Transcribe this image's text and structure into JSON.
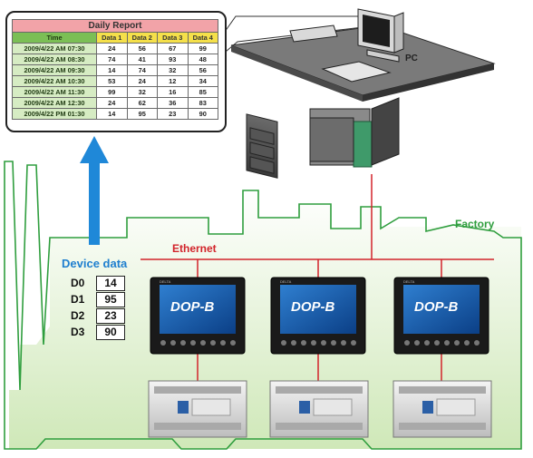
{
  "report": {
    "title": "Daily Report",
    "columns": [
      "Time",
      "Data 1",
      "Data 2",
      "Data 3",
      "Data 4"
    ],
    "rows": [
      [
        "2009/4/22  AM 07:30",
        "24",
        "56",
        "67",
        "99"
      ],
      [
        "2009/4/22  AM 08:30",
        "74",
        "41",
        "93",
        "48"
      ],
      [
        "2009/4/22  AM 09:30",
        "14",
        "74",
        "32",
        "56"
      ],
      [
        "2009/4/22  AM 10:30",
        "53",
        "24",
        "12",
        "34"
      ],
      [
        "2009/4/22  AM 11:30",
        "99",
        "32",
        "16",
        "85"
      ],
      [
        "2009/4/22  AM 12:30",
        "24",
        "62",
        "36",
        "83"
      ],
      [
        "2009/4/22  PM 01:30",
        "14",
        "95",
        "23",
        "90"
      ]
    ]
  },
  "labels": {
    "pc": "PC",
    "ethernet": "Ethernet",
    "factory": "Factory",
    "device_data": "Device data"
  },
  "device_data": [
    {
      "name": "D0",
      "value": "14"
    },
    {
      "name": "D1",
      "value": "95"
    },
    {
      "name": "D2",
      "value": "23"
    },
    {
      "name": "D3",
      "value": "90"
    }
  ],
  "hmi": {
    "brand": "DELTA",
    "model": "DOP-B"
  },
  "colors": {
    "ethernet_line": "#d2232a",
    "factory_outline": "#2f9e3e",
    "device_data_arrow": "#1f88d8",
    "report_title_bg": "#f2a3a8",
    "report_time_bg": "#7bbf55",
    "report_data_hd_bg": "#f5e04a"
  }
}
